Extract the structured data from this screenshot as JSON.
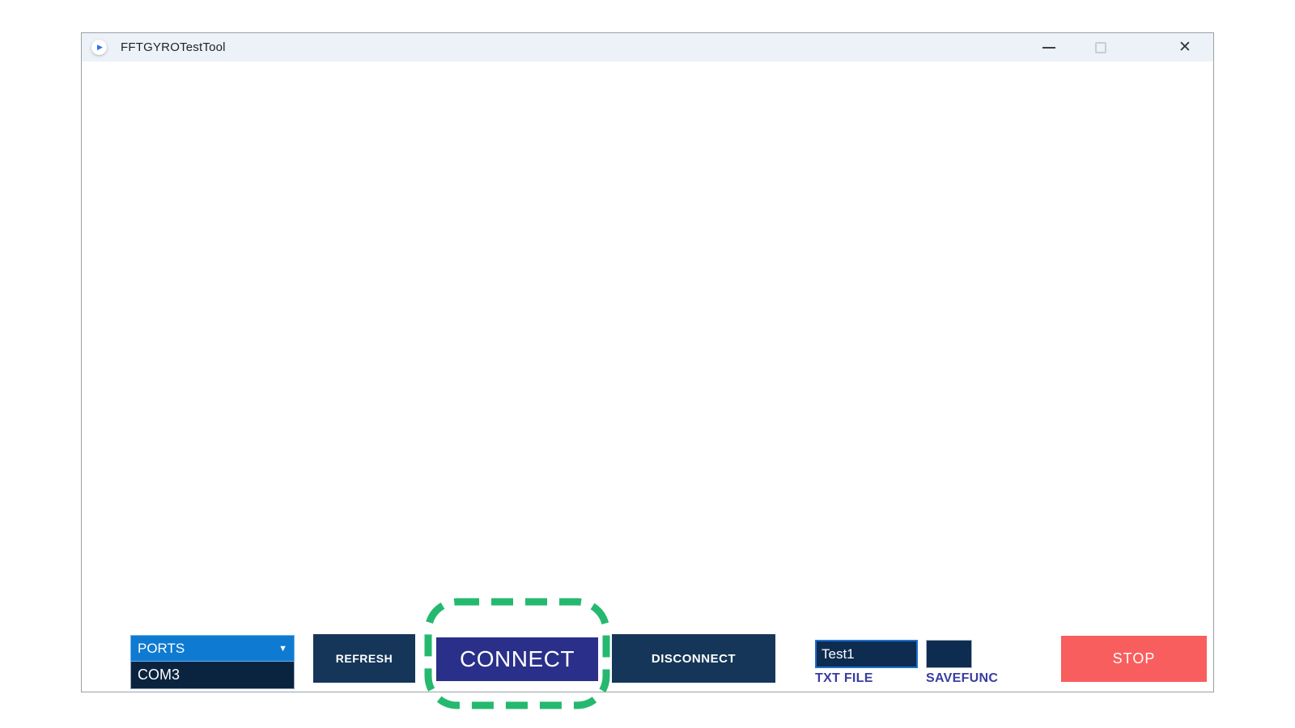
{
  "window": {
    "title": "FFTGYROTestTool"
  },
  "icons": {
    "app_play": "▶",
    "close": "✕",
    "caret_down": "▼"
  },
  "controls": {
    "ports": {
      "label": "PORTS",
      "selected_port": "COM3"
    },
    "refresh_label": "REFRESH",
    "connect_label": "CONNECT",
    "disconnect_label": "DISCONNECT",
    "txt_file": {
      "value": "Test1",
      "label": "TXT FILE"
    },
    "savefunc": {
      "label": "SAVEFUNC"
    },
    "stop_label": "STOP"
  },
  "colors": {
    "titlebar_bg": "#edf1f8",
    "ports_blue": "#0f7ad1",
    "option_navy": "#0a2440",
    "button_navy": "#153659",
    "connect_indigo": "#2a2f8a",
    "stop_coral": "#f95e5e",
    "label_indigo": "#3a3da1",
    "field_border_blue": "#1d6fd1",
    "highlight_green": "#25b96f"
  }
}
